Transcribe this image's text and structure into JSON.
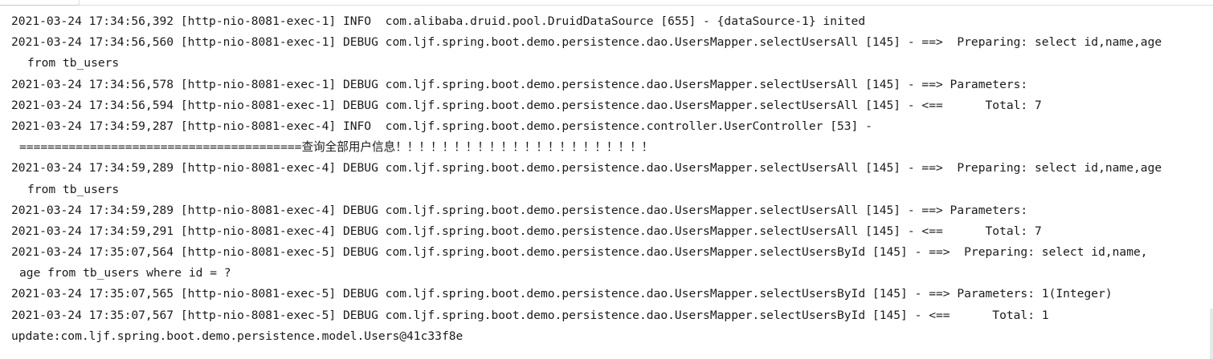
{
  "console": {
    "lines": [
      {
        "text": "2021-03-24 17:34:56,392 [http-nio-8081-exec-1] INFO  com.alibaba.druid.pool.DruidDataSource [655] - {dataSource-1} inited",
        "indent": "none"
      },
      {
        "text": "2021-03-24 17:34:56,560 [http-nio-8081-exec-1] DEBUG com.ljf.spring.boot.demo.persistence.dao.UsersMapper.selectUsersAll [145] - ==>  Preparing: select id,name,age",
        "indent": "none"
      },
      {
        "text": "from tb_users",
        "indent": "cont"
      },
      {
        "text": "2021-03-24 17:34:56,578 [http-nio-8081-exec-1] DEBUG com.ljf.spring.boot.demo.persistence.dao.UsersMapper.selectUsersAll [145] - ==> Parameters: ",
        "indent": "none"
      },
      {
        "text": "2021-03-24 17:34:56,594 [http-nio-8081-exec-1] DEBUG com.ljf.spring.boot.demo.persistence.dao.UsersMapper.selectUsersAll [145] - <==      Total: 7",
        "indent": "none"
      },
      {
        "text": "2021-03-24 17:34:59,287 [http-nio-8081-exec-4] INFO  com.ljf.spring.boot.demo.persistence.controller.UserController [53] -",
        "indent": "none"
      },
      {
        "text": "========================================查询全部用户信息！！！！！！！！！！！！！！！！！！！！！！",
        "indent": "cont-sep"
      },
      {
        "text": "2021-03-24 17:34:59,289 [http-nio-8081-exec-4] DEBUG com.ljf.spring.boot.demo.persistence.dao.UsersMapper.selectUsersAll [145] - ==>  Preparing: select id,name,age",
        "indent": "none"
      },
      {
        "text": "from tb_users",
        "indent": "cont"
      },
      {
        "text": "2021-03-24 17:34:59,289 [http-nio-8081-exec-4] DEBUG com.ljf.spring.boot.demo.persistence.dao.UsersMapper.selectUsersAll [145] - ==> Parameters: ",
        "indent": "none"
      },
      {
        "text": "2021-03-24 17:34:59,291 [http-nio-8081-exec-4] DEBUG com.ljf.spring.boot.demo.persistence.dao.UsersMapper.selectUsersAll [145] - <==      Total: 7",
        "indent": "none"
      },
      {
        "text": "2021-03-24 17:35:07,564 [http-nio-8081-exec-5] DEBUG com.ljf.spring.boot.demo.persistence.dao.UsersMapper.selectUsersById [145] - ==>  Preparing: select id,name,",
        "indent": "none"
      },
      {
        "text": "age from tb_users where id = ?",
        "indent": "cont-sep"
      },
      {
        "text": "2021-03-24 17:35:07,565 [http-nio-8081-exec-5] DEBUG com.ljf.spring.boot.demo.persistence.dao.UsersMapper.selectUsersById [145] - ==> Parameters: 1(Integer)",
        "indent": "none"
      },
      {
        "text": "2021-03-24 17:35:07,567 [http-nio-8081-exec-5] DEBUG com.ljf.spring.boot.demo.persistence.dao.UsersMapper.selectUsersById [145] - <==      Total: 1",
        "indent": "none"
      },
      {
        "text": "update:com.ljf.spring.boot.demo.persistence.model.Users@41c33f8e",
        "indent": "none"
      }
    ]
  }
}
